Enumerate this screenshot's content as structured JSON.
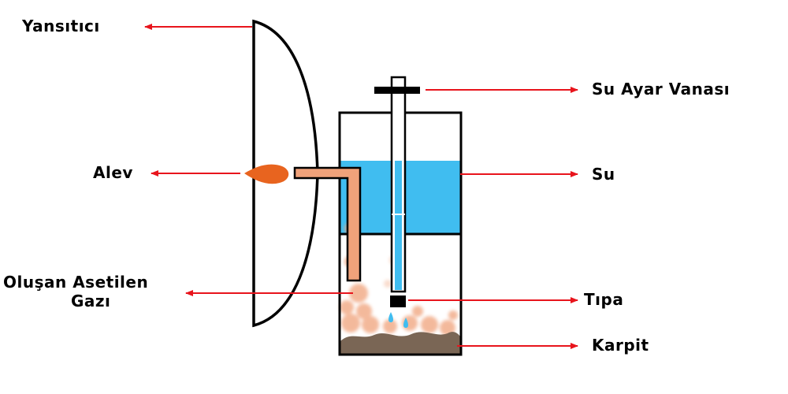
{
  "labels": {
    "yansitici": "Yansıtıcı",
    "su_ayar_vanasi": "Su Ayar Vanası",
    "alev": "Alev",
    "su": "Su",
    "olusan_asetilen_line1": "Oluşan Asetilen",
    "olusan_asetilen_line2": "Gazı",
    "tipa": "Tıpa",
    "karpit": "Karpit"
  },
  "colors": {
    "arrow": "#e8141c",
    "water": "#40bdf0",
    "flame": "#e8641f",
    "gas": "#f0a27a",
    "carbide": "#7a6655",
    "outline": "#000000"
  }
}
